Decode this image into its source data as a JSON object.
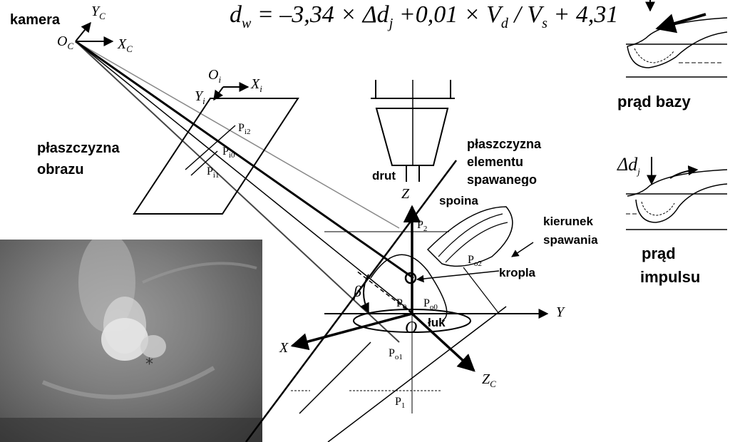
{
  "formula": {
    "lhs": "d",
    "lhs_sub": "w",
    "eq": " = –3,34 × Δd",
    "sub_j": "j",
    "mid": " +0,01 × V",
    "sub_d": "d",
    "slash": " / V",
    "sub_s": "s",
    "end": " + 4,31"
  },
  "labels": {
    "camera": "kamera",
    "image_plane_1": "płaszczyzna",
    "image_plane_2": "obrazu",
    "workpiece_plane_1": "płaszczyzna",
    "workpiece_plane_2": "elementu",
    "workpiece_plane_3": "spawanego",
    "wire": "drut",
    "weld": "spoina",
    "welding_dir_1": "kierunek",
    "welding_dir_2": "spawania",
    "droplet": "kropla",
    "arc": "łuk",
    "base_current": "prąd bazy",
    "pulse_current_1": "prąd",
    "pulse_current_2": "impulsu",
    "delta_dj": "Δd",
    "delta_dj_sub": "j"
  },
  "axes": {
    "Oc": "O",
    "Oc_sub": "C",
    "Yc": "Y",
    "Yc_sub": "C",
    "Xc": "X",
    "Xc_sub": "C",
    "Oi": "O",
    "Oi_sub": "i",
    "Xi": "X",
    "Xi_sub": "i",
    "Yi": "Y",
    "Yi_sub": "i",
    "Z": "Z",
    "Y": "Y",
    "X": "X",
    "O": "O",
    "Zc": "Z",
    "Zc_sub": "C",
    "beta": "β"
  },
  "points": {
    "Pi2": "P",
    "Pi2_sub": "i2",
    "Pi0": "P",
    "Pi0_sub": "i0",
    "Pi1": "P",
    "Pi1_sub": "i1",
    "P2": "P",
    "P2_sub": "2",
    "Po2": "P",
    "Po2_sub": "o2",
    "P0": "P",
    "P0_sub": "0",
    "Po0": "P",
    "Po0_sub": "o0",
    "Po1": "P",
    "Po1_sub": "o1",
    "P1": "P",
    "P1_sub": "1"
  }
}
